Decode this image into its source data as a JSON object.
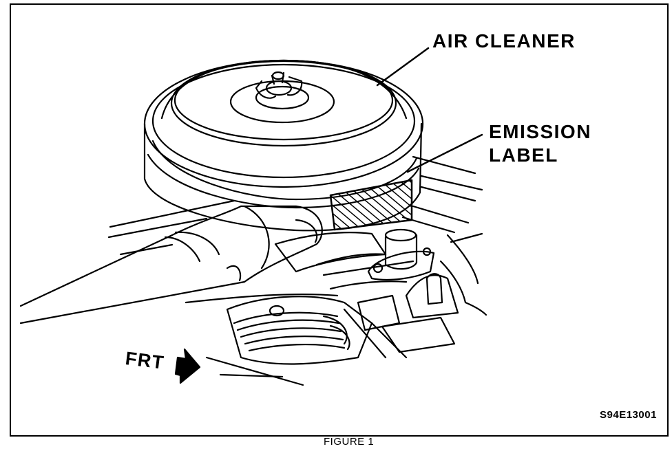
{
  "figure": {
    "caption": "FIGURE 1",
    "code": "S94E13001"
  },
  "labels": {
    "air_cleaner": "AIR CLEANER",
    "emission_line1": "EMISSION",
    "emission_line2": "LABEL",
    "front": "FRT"
  }
}
